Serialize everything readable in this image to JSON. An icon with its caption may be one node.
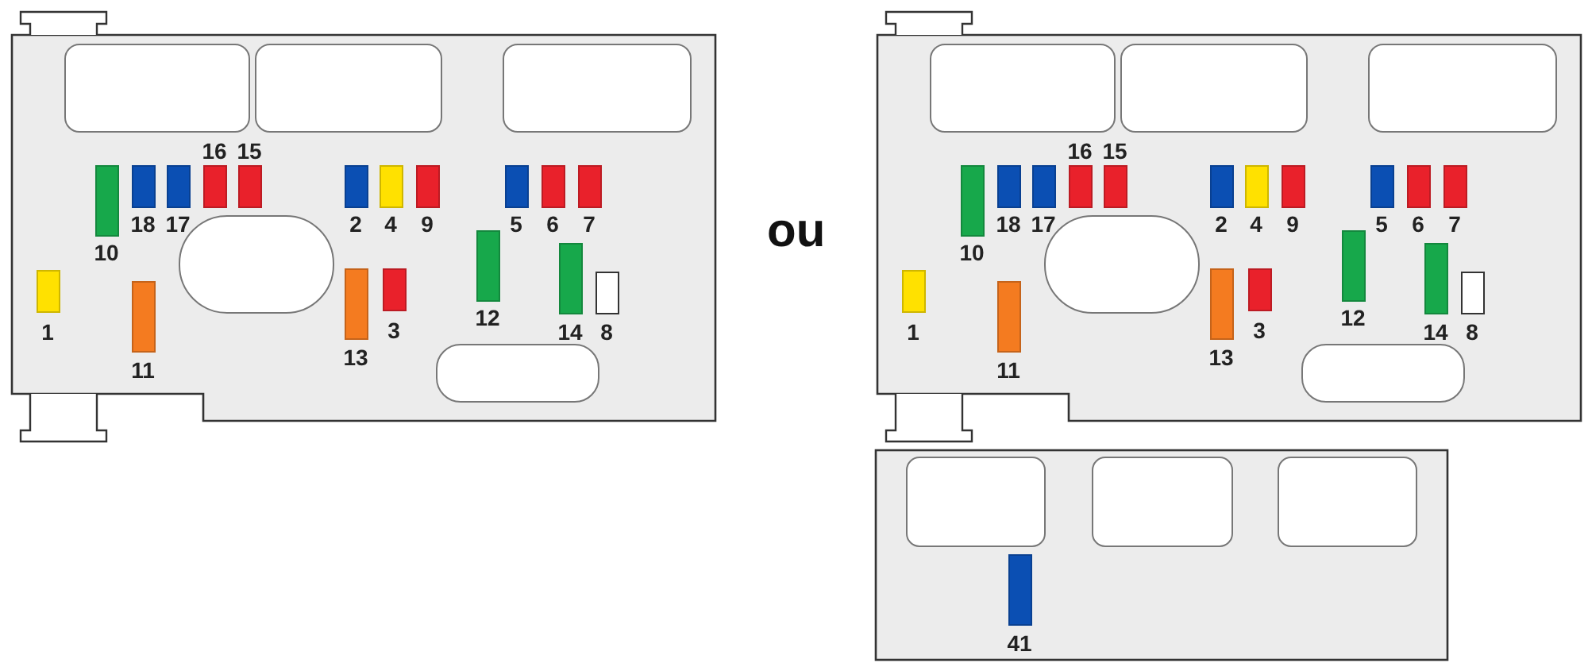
{
  "diagram": {
    "nodes": [
      {
        "text": [],
        "shape": "box"
      },
      {
        "text": [],
        "shape": "bar",
        "in": 0,
        "beside": [
          "10"
        ]
      },
      {
        "text": [],
        "shape": "bar",
        "in": 0,
        "beside": [
          "18"
        ]
      },
      {
        "text": [],
        "shape": "bar",
        "in": 0,
        "beside": [
          "17"
        ]
      },
      {
        "text": [],
        "shape": "bar",
        "in": 0,
        "beside": [
          "16"
        ]
      },
      {
        "text": [],
        "shape": "bar",
        "in": 0,
        "beside": [
          "15"
        ]
      },
      {
        "text": [],
        "shape": "bar",
        "in": 0,
        "beside": [
          "2"
        ]
      },
      {
        "text": [],
        "shape": "bar",
        "in": 0,
        "beside": [
          "4"
        ]
      },
      {
        "text": [],
        "shape": "bar",
        "in": 0,
        "beside": [
          "9"
        ]
      },
      {
        "text": [],
        "shape": "bar",
        "in": 0,
        "beside": [
          "5"
        ]
      },
      {
        "text": [],
        "shape": "bar",
        "in": 0,
        "beside": [
          "6"
        ]
      },
      {
        "text": [],
        "shape": "bar",
        "in": 0,
        "beside": [
          "7"
        ]
      },
      {
        "text": [],
        "shape": "bar",
        "in": 0,
        "beside": [
          "1"
        ]
      },
      {
        "text": [],
        "shape": "bar",
        "in": 0,
        "beside": [
          "11"
        ]
      },
      {
        "text": [],
        "shape": "bar",
        "in": 0,
        "beside": [
          "13"
        ]
      },
      {
        "text": [],
        "shape": "bar",
        "in": 0,
        "beside": [
          "3"
        ]
      },
      {
        "text": [],
        "shape": "bar",
        "in": 0,
        "beside": [
          "12"
        ]
      },
      {
        "text": [],
        "shape": "bar",
        "in": 0,
        "beside": [
          "14"
        ]
      },
      {
        "text": [],
        "shape": "bar",
        "in": 0,
        "beside": [
          "8"
        ]
      },
      {
        "text": [],
        "shape": "box"
      },
      {
        "text": [],
        "shape": "bar",
        "in": 19,
        "beside": [
          "10"
        ]
      },
      {
        "text": [],
        "shape": "bar",
        "in": 19,
        "beside": [
          "18"
        ]
      },
      {
        "text": [],
        "shape": "bar",
        "in": 19,
        "beside": [
          "17"
        ]
      },
      {
        "text": [],
        "shape": "bar",
        "in": 19,
        "beside": [
          "16"
        ]
      },
      {
        "text": [],
        "shape": "bar",
        "in": 19,
        "beside": [
          "15"
        ]
      },
      {
        "text": [],
        "shape": "bar",
        "in": 19,
        "beside": [
          "2"
        ]
      },
      {
        "text": [],
        "shape": "bar",
        "in": 19,
        "beside": [
          "4"
        ]
      },
      {
        "text": [],
        "shape": "bar",
        "in": 19,
        "beside": [
          "9"
        ]
      },
      {
        "text": [],
        "shape": "bar",
        "in": 19,
        "beside": [
          "5"
        ]
      },
      {
        "text": [],
        "shape": "bar",
        "in": 19,
        "beside": [
          "6"
        ]
      },
      {
        "text": [],
        "shape": "bar",
        "in": 19,
        "beside": [
          "7"
        ]
      },
      {
        "text": [],
        "shape": "bar",
        "in": 19,
        "beside": [
          "1"
        ]
      },
      {
        "text": [],
        "shape": "bar",
        "in": 19,
        "beside": [
          "11"
        ]
      },
      {
        "text": [],
        "shape": "bar",
        "in": 19,
        "beside": [
          "13"
        ]
      },
      {
        "text": [],
        "shape": "bar",
        "in": 19,
        "beside": [
          "3"
        ]
      },
      {
        "text": [],
        "shape": "bar",
        "in": 19,
        "beside": [
          "12"
        ]
      },
      {
        "text": [],
        "shape": "bar",
        "in": 19,
        "beside": [
          "14"
        ]
      },
      {
        "text": [],
        "shape": "bar",
        "in": 19,
        "beside": [
          "8"
        ]
      },
      {
        "text": [],
        "shape": "box"
      },
      {
        "text": [],
        "shape": "bar",
        "in": 38,
        "beside": [
          "41"
        ]
      }
    ],
    "labels": [
      "ou"
    ]
  }
}
